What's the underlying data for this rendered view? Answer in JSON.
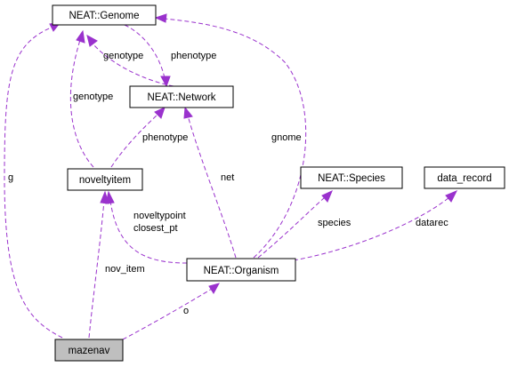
{
  "nodes": {
    "genome": "NEAT::Genome",
    "network": "NEAT::Network",
    "noveltyitem": "noveltyitem",
    "species": "NEAT::Species",
    "data_record": "data_record",
    "organism": "NEAT::Organism",
    "mazenav": "mazenav"
  },
  "edge_labels": {
    "network_genome": "genotype",
    "genome_network": "phenotype",
    "noveltyitem_genome": "genotype",
    "noveltyitem_network": "phenotype",
    "organism_genome": "gnome",
    "organism_network": "net",
    "organism_species": "species",
    "organism_datarec": "datarec",
    "organism_noveltyitem_1": "noveltypoint",
    "organism_noveltyitem_2": "closest_pt",
    "mazenav_genome": "g",
    "mazenav_noveltyitem": "nov_item",
    "mazenav_organism": "o"
  },
  "colors": {
    "edge": "#9a32cd",
    "node_fill": "#ffffff",
    "highlight_fill": "#bfbfbf",
    "border": "#000000"
  }
}
